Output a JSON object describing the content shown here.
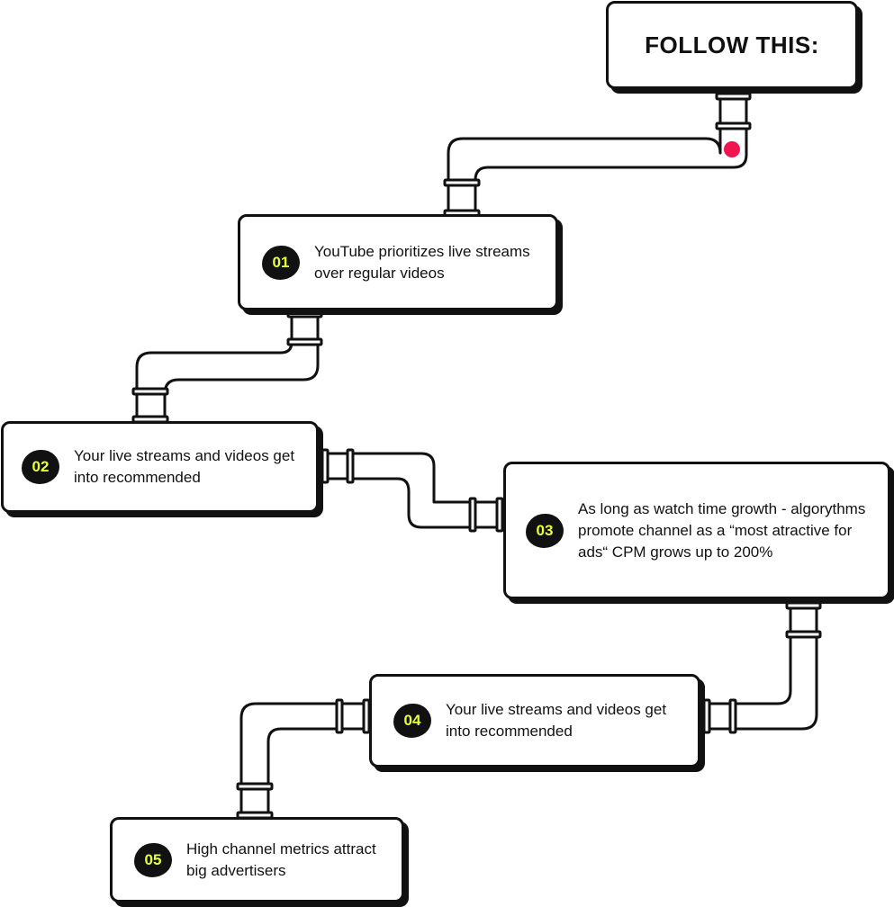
{
  "header": {
    "title": "FOLLOW THIS:"
  },
  "steps": [
    {
      "number": "01",
      "text": "YouTube prioritizes live streams over regular videos"
    },
    {
      "number": "02",
      "text": "Your live streams and videos get into recommended"
    },
    {
      "number": "03",
      "text": "As long as watch time growth - algorythms promote channel as a “most atractive for ads“ CPM grows up to 200%"
    },
    {
      "number": "04",
      "text": "Your live streams and videos get into recommended"
    },
    {
      "number": "05",
      "text": "High channel metrics attract big advertisers"
    }
  ],
  "colors": {
    "ink": "#111111",
    "badge_text": "#e9ff3b",
    "marker": "#f0134d",
    "background": "#ffffff"
  }
}
